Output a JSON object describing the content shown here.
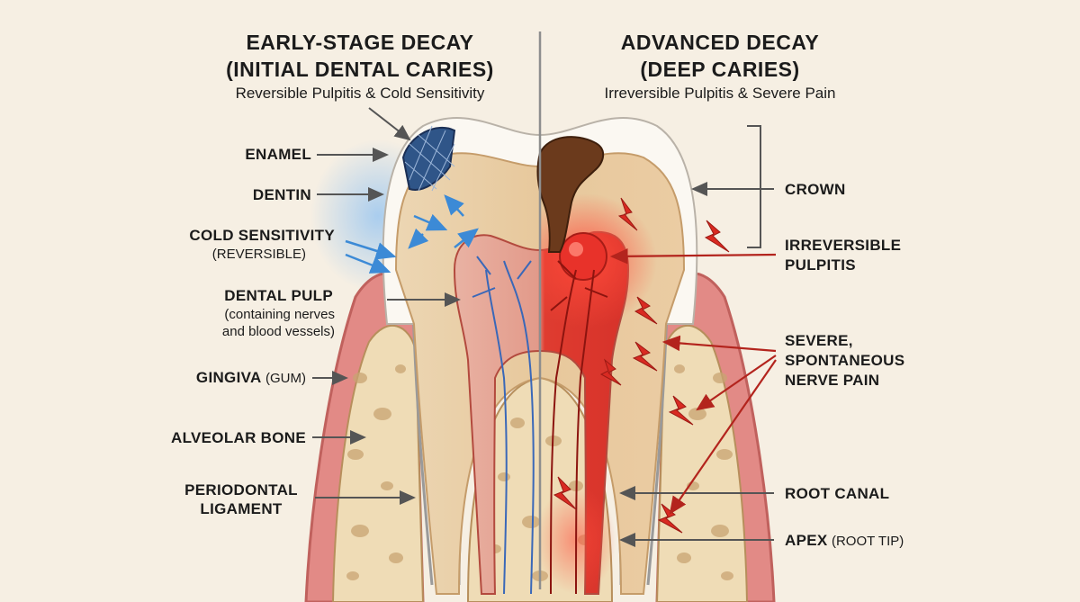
{
  "header": {
    "left_title_1": "EARLY-STAGE DECAY",
    "left_title_2": "(INITIAL DENTAL CARIES)",
    "left_subtitle": "Reversible Pulpitis & Cold Sensitivity",
    "right_title_1": "ADVANCED DECAY",
    "right_title_2": "(DEEP CARIES)",
    "right_subtitle": "Irreversible Pulpitis & Severe Pain"
  },
  "labels_left": {
    "enamel": "ENAMEL",
    "dentin": "DENTIN",
    "cold_sensitivity": "COLD SENSITIVITY",
    "cold_sensitivity_sub": "(REVERSIBLE)",
    "dental_pulp": "DENTAL PULP",
    "dental_pulp_sub_1": "(containing nerves",
    "dental_pulp_sub_2": "and blood vessels)",
    "gingiva": "GINGIVA",
    "gingiva_sub": "(GUM)",
    "alveolar_bone": "ALVEOLAR BONE",
    "periodontal_1": "PERIODONTAL",
    "periodontal_2": "LIGAMENT"
  },
  "labels_right": {
    "crown": "CROWN",
    "irreversible_1": "IRREVERSIBLE",
    "irreversible_2": "PULPITIS",
    "severe_1": "SEVERE,",
    "severe_2": "SPONTANEOUS",
    "severe_3": "NERVE PAIN",
    "root_canal": "ROOT CANAL",
    "apex": "APEX",
    "apex_sub": "(ROOT TIP)"
  },
  "colors": {
    "background": "#f6efe3",
    "enamel": "#fbf8f2",
    "dentin": "#ead0a8",
    "gum": "#e28a86",
    "bone": "#efdcb6",
    "pulp_left": "#e5a596",
    "pulp_right": "#dc3a30",
    "cold_blue": "#3c8ad6",
    "decay_brown": "#6b3a1c",
    "pain_red": "#d92a22"
  }
}
